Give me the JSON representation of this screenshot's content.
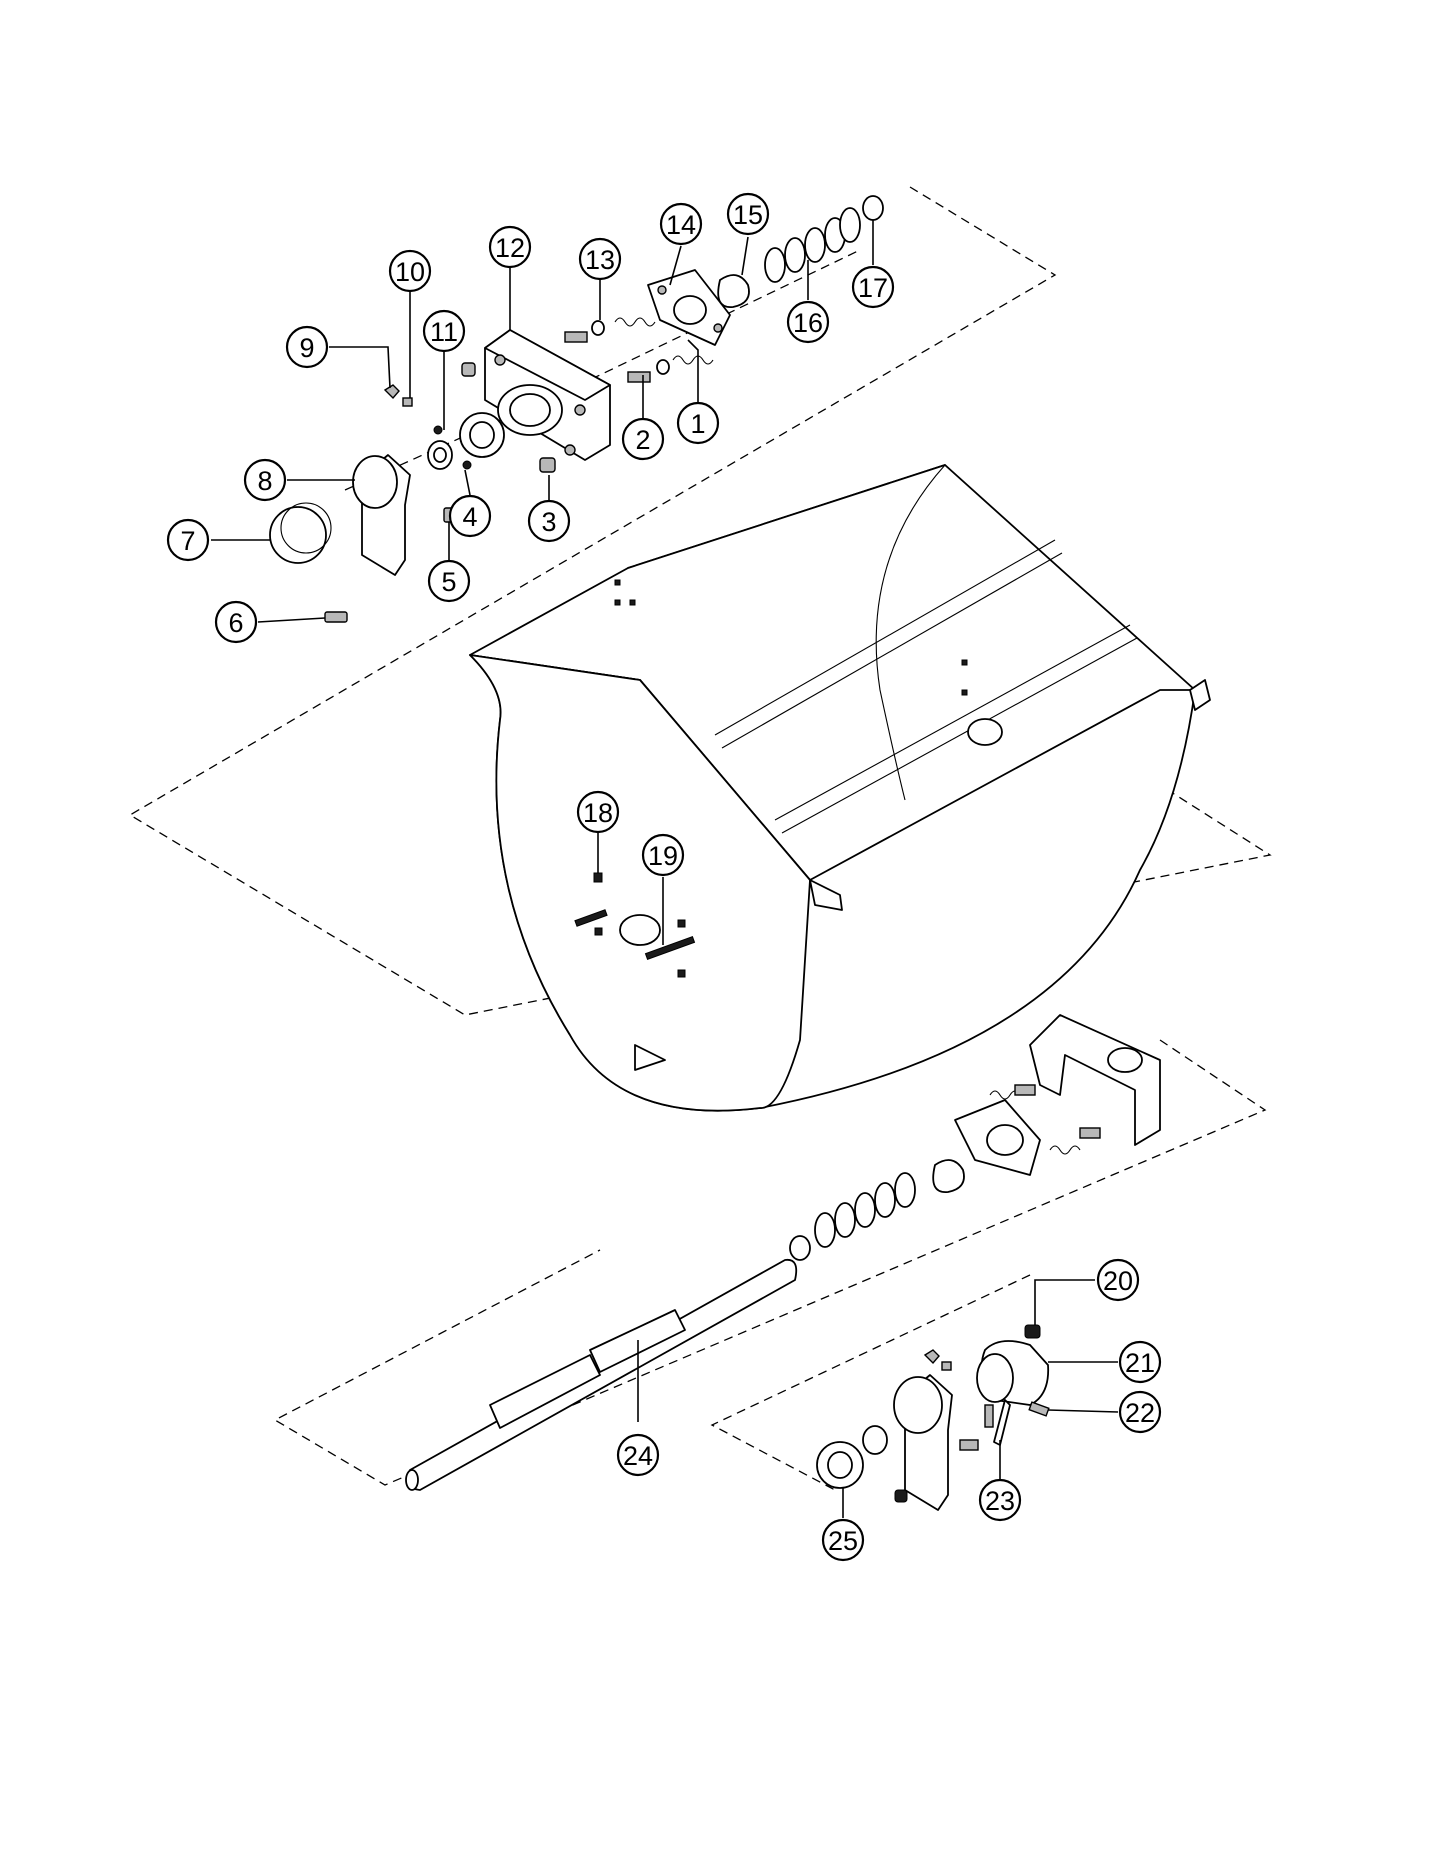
{
  "diagram": {
    "type": "exploded-parts-view",
    "callouts": [
      {
        "id": "1",
        "label": "1"
      },
      {
        "id": "2",
        "label": "2"
      },
      {
        "id": "3",
        "label": "3"
      },
      {
        "id": "4",
        "label": "4"
      },
      {
        "id": "5",
        "label": "5"
      },
      {
        "id": "6",
        "label": "6"
      },
      {
        "id": "7",
        "label": "7"
      },
      {
        "id": "8",
        "label": "8"
      },
      {
        "id": "9",
        "label": "9"
      },
      {
        "id": "10",
        "label": "10"
      },
      {
        "id": "11",
        "label": "11"
      },
      {
        "id": "12",
        "label": "12"
      },
      {
        "id": "13",
        "label": "13"
      },
      {
        "id": "14",
        "label": "14"
      },
      {
        "id": "15",
        "label": "15"
      },
      {
        "id": "16",
        "label": "16"
      },
      {
        "id": "17",
        "label": "17"
      },
      {
        "id": "18",
        "label": "18"
      },
      {
        "id": "19",
        "label": "19"
      },
      {
        "id": "20",
        "label": "20"
      },
      {
        "id": "21",
        "label": "21"
      },
      {
        "id": "22",
        "label": "22"
      },
      {
        "id": "23",
        "label": "23"
      },
      {
        "id": "24",
        "label": "24"
      },
      {
        "id": "25",
        "label": "25"
      }
    ]
  }
}
